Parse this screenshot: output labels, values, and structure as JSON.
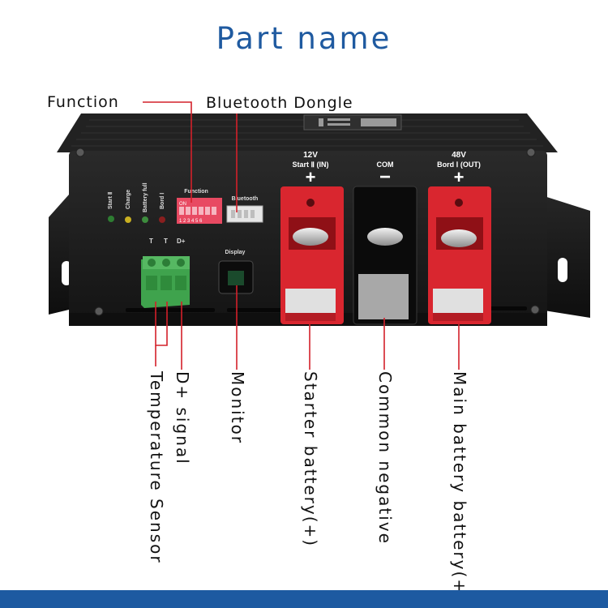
{
  "title": "Part name",
  "callouts": {
    "function": "Function",
    "bluetooth_dongle": "Bluetooth Dongle"
  },
  "bottom_labels": {
    "temperature_sensor": "Temperature Sensor",
    "d_plus_signal": "D+ signal",
    "monitor": "Monitor",
    "starter_battery": "Starter battery(+)",
    "common_negative": "Common negative",
    "main_battery": "Main battery battery(+)"
  },
  "device": {
    "leds": [
      "Start Ⅱ",
      "Charge",
      "Battery full",
      "Bord Ⅰ"
    ],
    "function_label": "Function",
    "dip_on": "ON",
    "dip_numbers": "1 2 3 4 5 6",
    "bluetooth_label": "Bluetooth",
    "terminal_labels": [
      "T",
      "T",
      "D+"
    ],
    "display_label": "Display",
    "start_voltage": "12V",
    "start_name": "Start Ⅱ (IN)",
    "com_label": "COM",
    "bord_voltage": "48V",
    "bord_name": "Bord Ⅰ (OUT)",
    "plus": "+",
    "minus": "−"
  },
  "colors": {
    "title": "#1f5aa0",
    "callout_line": "#d4202a",
    "footer": "#1d5aa1",
    "device_body": "#1b1b1b",
    "red_terminal": "#d9262f",
    "green_connector": "#3fa34d",
    "dip_switch": "#e84a62"
  }
}
